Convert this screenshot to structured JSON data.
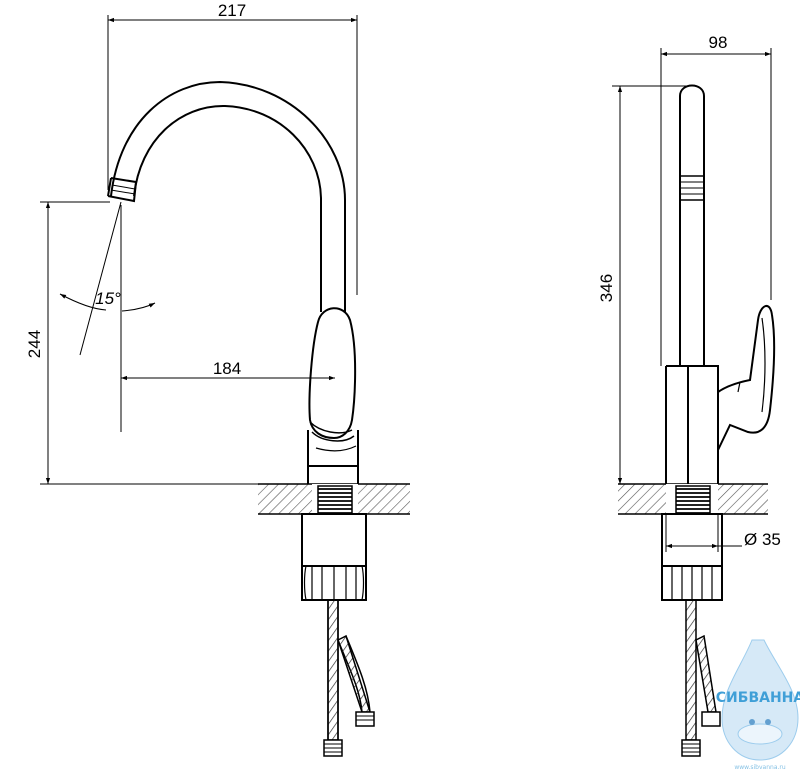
{
  "dimensions": {
    "overall_width": "217",
    "reach": "184",
    "spout_height": "244",
    "angle": "15°",
    "side_width": "98",
    "overall_height": "346",
    "mount_diameter": "Ø 35"
  },
  "watermark": {
    "brand": "СИБВАННА",
    "url": "www.sibvanna.ru"
  }
}
